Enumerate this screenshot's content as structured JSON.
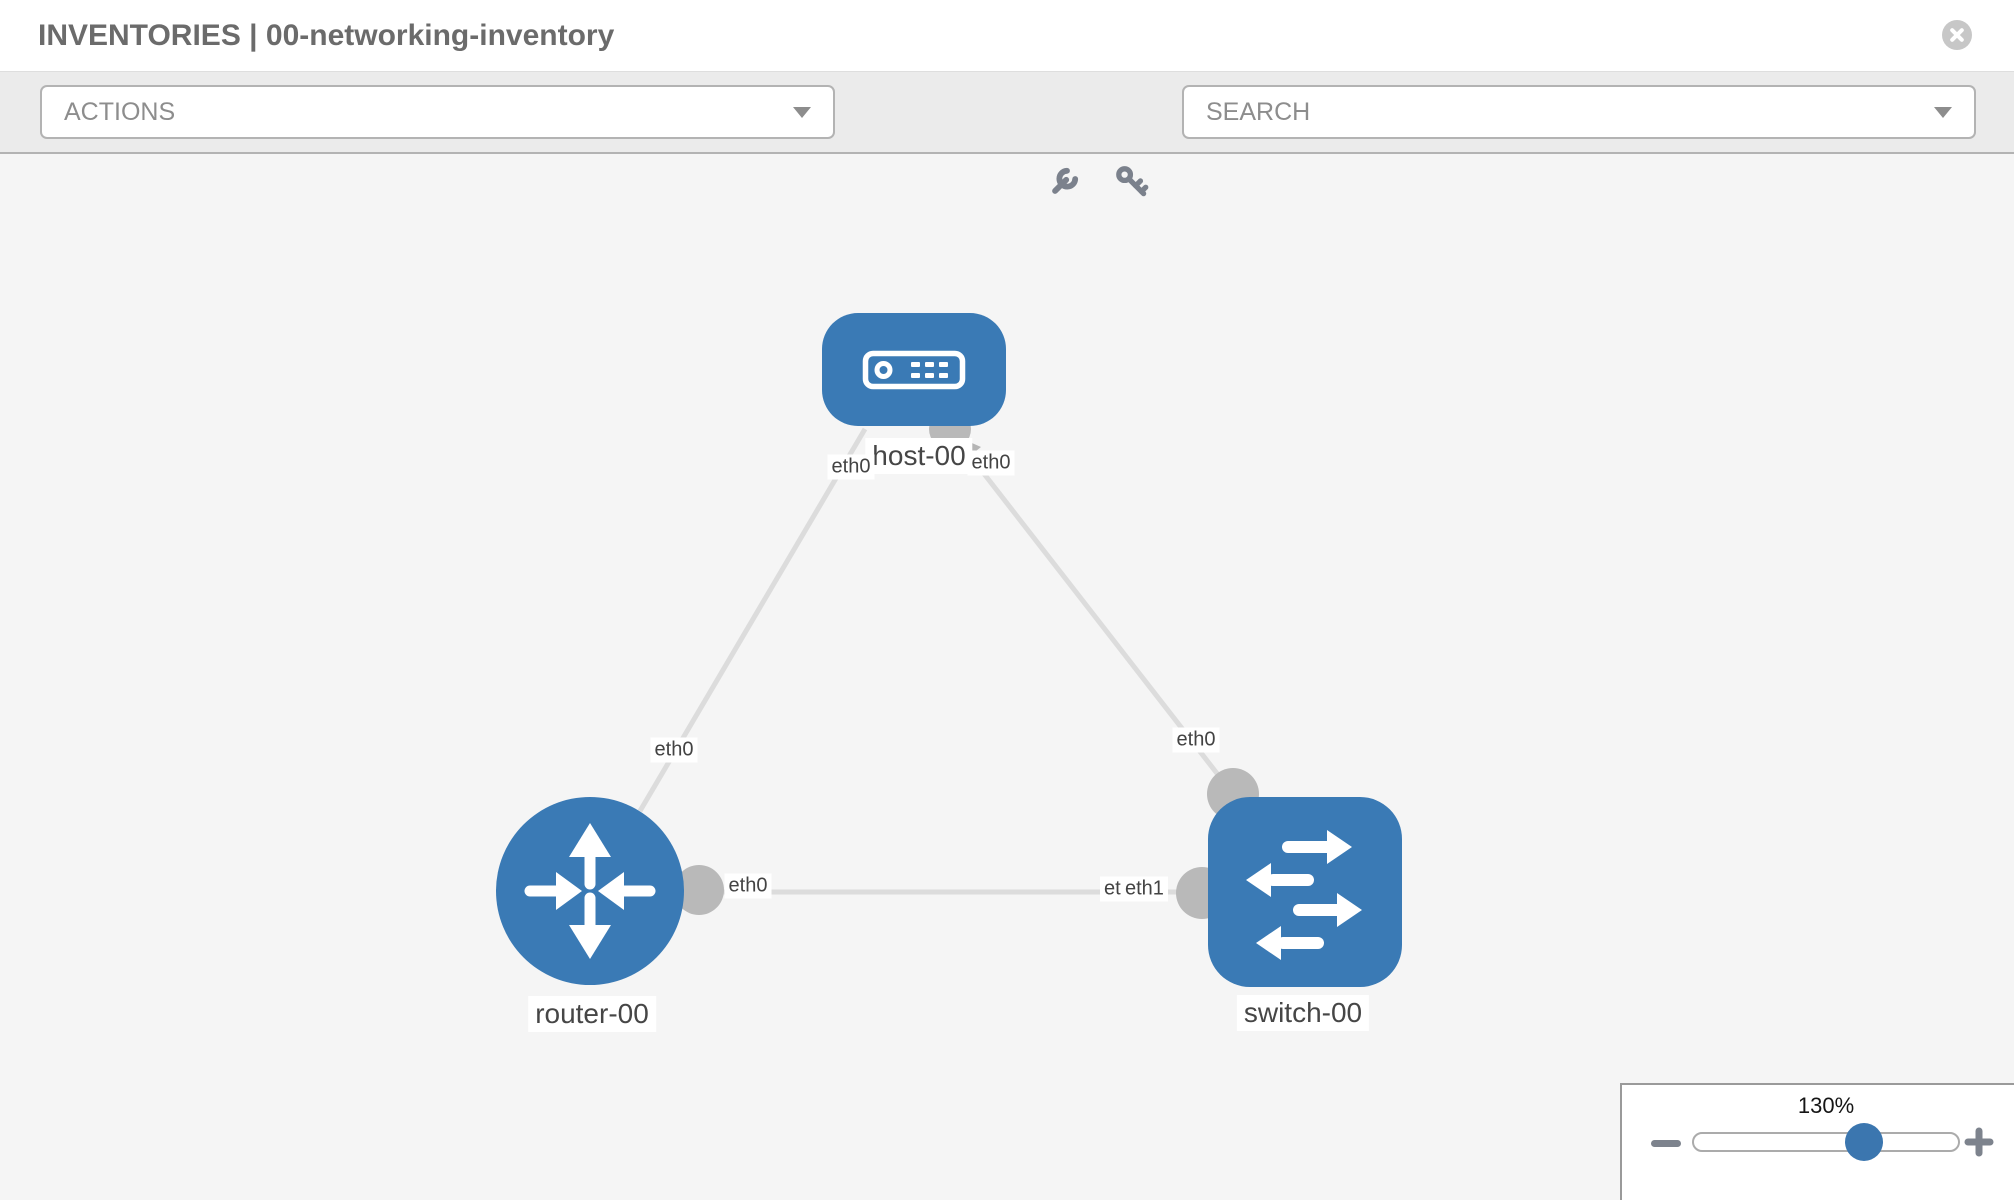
{
  "header": {
    "title": "INVENTORIES | 00-networking-inventory"
  },
  "toolbar": {
    "actions_label": "ACTIONS",
    "search_placeholder": "SEARCH"
  },
  "icons": {
    "close": "x-circle-icon",
    "wrench": "wrench-icon",
    "key": "key-icon",
    "dropdown": "chevron-down-icon",
    "zoom_out": "minus-icon",
    "zoom_in": "plus-icon"
  },
  "topology": {
    "nodes": [
      {
        "label": "host-00",
        "type": "host"
      },
      {
        "label": "router-00",
        "type": "router"
      },
      {
        "label": "switch-00",
        "type": "switch"
      }
    ],
    "edges": [
      {
        "from": "host-00",
        "to": "router-00"
      },
      {
        "from": "host-00",
        "to": "switch-00"
      },
      {
        "from": "router-00",
        "to": "switch-00"
      }
    ],
    "interfaces": [
      {
        "text": "eth0",
        "location": "host-left"
      },
      {
        "text": "eth0",
        "location": "host-right"
      },
      {
        "text": "eth0",
        "location": "edge-host-router"
      },
      {
        "text": "eth0",
        "location": "edge-host-switch"
      },
      {
        "text": "eth0",
        "location": "router-right"
      },
      {
        "text": "eth0",
        "location": "switch-left-under"
      },
      {
        "text": "eth1",
        "location": "switch-left"
      }
    ]
  },
  "zoom_control": {
    "value": "130%"
  },
  "colors": {
    "node_blue": "#3a7ab5",
    "knob_blue": "#3b76af",
    "edge_gray": "#dcdcdc",
    "port_gray": "#b9b9b9",
    "toolbar_bg": "#ebebeb",
    "canvas_bg": "#f5f5f5"
  }
}
